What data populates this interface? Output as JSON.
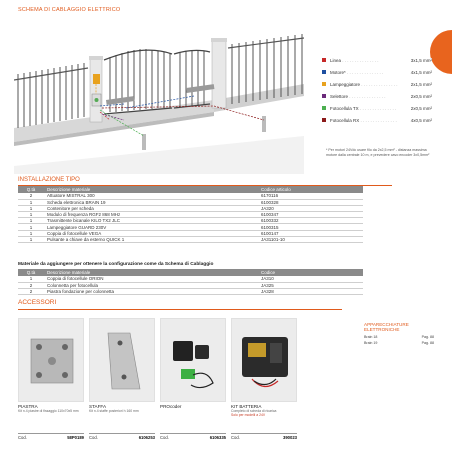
{
  "header": {
    "title": "SCHEMA DI CABLAGGIO ELETTRICO"
  },
  "legend": [
    {
      "color": "#c62828",
      "label": "Linea",
      "value": "3x1,5 mm²"
    },
    {
      "color": "#1e4fa0",
      "label": "Motore*",
      "value": "4x1,5 mm²"
    },
    {
      "color": "#e8a21e",
      "label": "Lampeggiatore",
      "value": "2x1,5 mm²"
    },
    {
      "color": "#6b2a7a",
      "label": "Selettore",
      "value": "2x0,5 mm²"
    },
    {
      "color": "#4caf50",
      "label": "Fotocellula TX",
      "value": "2x0,5 mm²"
    },
    {
      "color": "#8b1a1a",
      "label": "Fotocellula RX",
      "value": "4x0,5 mm²"
    }
  ],
  "note": "* Per motori 24Vdc usare filo da 2x2,5 mm² - distanza massima motore dalla centrale 10 m, e prevedere cavo encoder 3x0,5mm²",
  "install": {
    "title": "INSTALLAZIONE TIPO",
    "headers": {
      "qty": "Q.tà",
      "desc": "Descrizione materiale",
      "code": "Codice articolo"
    },
    "rows": [
      {
        "qty": "2",
        "desc": "Attuatore MISTRAL 300",
        "code": "6170116"
      },
      {
        "qty": "1",
        "desc": "Scheda elettronica BRAIN 19",
        "code": "6100328"
      },
      {
        "qty": "1",
        "desc": "Contenitore per scheda",
        "code": "JA320"
      },
      {
        "qty": "1",
        "desc": "Modulo di frequenza RGF2 868 MHz",
        "code": "6100347"
      },
      {
        "qty": "1",
        "desc": "Trasmittente bicanale KILO TX2 JLC",
        "code": "6100332"
      },
      {
        "qty": "1",
        "desc": "Lampeggiatore GUARD 230V",
        "code": "6100315"
      },
      {
        "qty": "1",
        "desc": "Coppia di fotocellule VEGA",
        "code": "6100147"
      },
      {
        "qty": "1",
        "desc": "Pulsante a chiave da esterno QUICK 1",
        "code": "JA31101-10"
      }
    ]
  },
  "extra": {
    "title": "Materiale da aggiungere per ottenere la configurazione come da Schema di Cablaggio",
    "headers": {
      "qty": "Q.tà",
      "desc": "Descrizione materiale",
      "code": "Codice"
    },
    "rows": [
      {
        "qty": "1",
        "desc": "Coppia di fotocellule ORION",
        "code": "JA310"
      },
      {
        "qty": "2",
        "desc": "Colonnetta per fotocellula",
        "code": "JA325"
      },
      {
        "qty": "2",
        "desc": "Piastra fondazione per colonnetta",
        "code": "JA328"
      }
    ]
  },
  "accessories": {
    "title": "ACCESSORI",
    "items": [
      {
        "name": "PIASTRA",
        "desc": "Kit n.4 piastre di fissaggio 110x70x5 mm",
        "desc_red": "",
        "code_label": "Cod.",
        "code": "58P0189"
      },
      {
        "name": "STAFFA",
        "desc": "Kit n.4 staffe posteriori h 160 mm",
        "desc_red": "",
        "code_label": "Cod.",
        "code": "6106253"
      },
      {
        "name": "PROcoder",
        "desc": "",
        "desc_red": "",
        "code_label": "Cod.",
        "code": "6106335"
      },
      {
        "name": "KIT BATTERIA",
        "desc": "Completo di scheda di ricarica",
        "desc_red": "Solo per modelli a 24V",
        "code_label": "Cod.",
        "code": "390023"
      }
    ]
  },
  "apparecchiature": {
    "title": "APPARECCHIATURE ELETTRONICHE",
    "rows": [
      {
        "name": "Brain 18",
        "page": "Pag. 88"
      },
      {
        "name": "Brain 19",
        "page": "Pag. 88"
      }
    ]
  }
}
